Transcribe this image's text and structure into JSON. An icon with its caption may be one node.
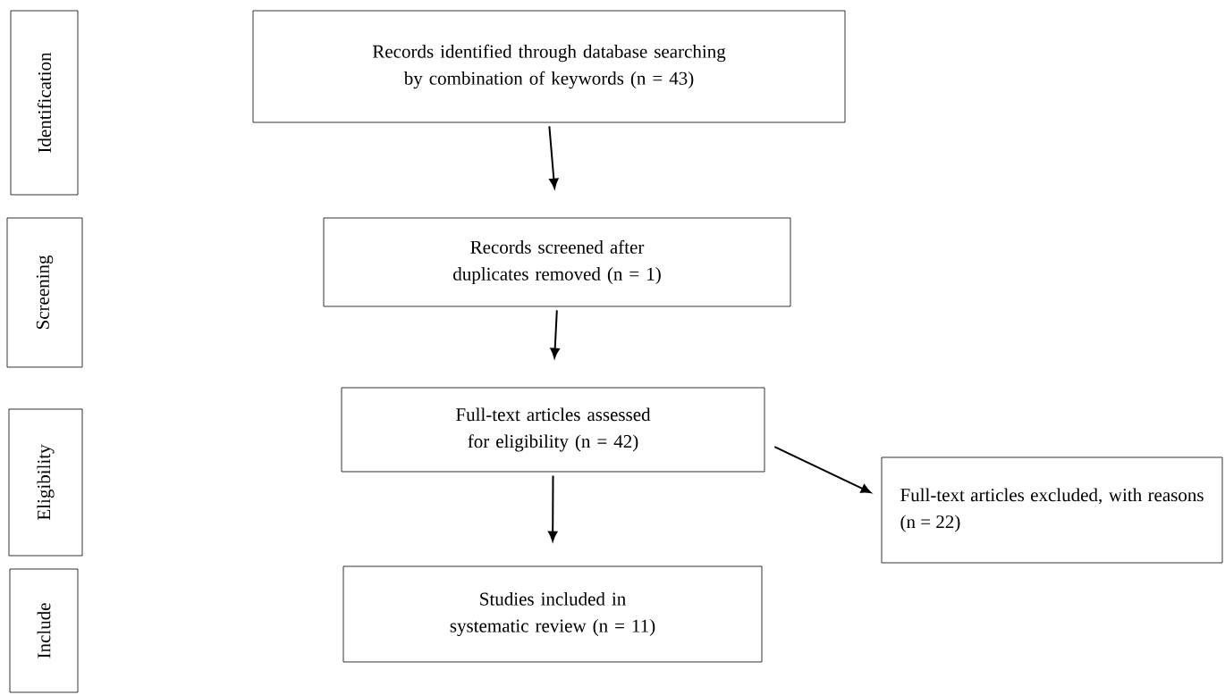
{
  "diagram": {
    "nodes": [
      {
        "text": [
          "Identification"
        ]
      },
      {
        "text": [
          "Records identified through database searching by combination of keywords (n = 43)"
        ]
      },
      {
        "text": [
          "Screening"
        ]
      },
      {
        "text": [
          "Records screened after duplicates removed (n = 1)"
        ]
      },
      {
        "text": [
          "Eligibility"
        ]
      },
      {
        "text": [
          "Full-text articles assessed for eligibility (n = 42)"
        ]
      },
      {
        "text": [
          "Full-text articles excluded, with reasons (n = 22)"
        ]
      },
      {
        "text": [
          "Include"
        ]
      },
      {
        "text": [
          "Studies included in systematic review (n = 11)"
        ]
      }
    ],
    "edges": [
      {
        "from": 1,
        "to": 3,
        "arrow": "to"
      },
      {
        "from": 3,
        "to": 5,
        "arrow": "to"
      },
      {
        "from": 5,
        "to": 8,
        "arrow": "to"
      },
      {
        "from": 5,
        "to": 6,
        "arrow": "to"
      }
    ]
  }
}
